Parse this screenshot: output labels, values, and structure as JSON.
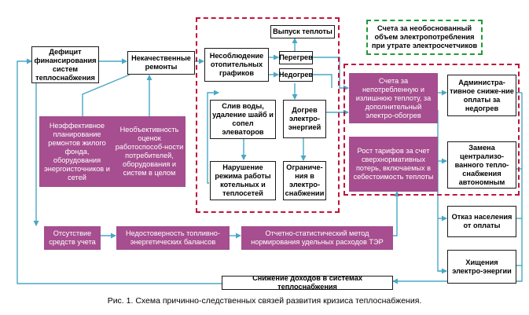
{
  "colors": {
    "arrow": "#49a8c4",
    "purple_box": "#a64e8f",
    "dashed_red": "#c0143c",
    "dashed_green": "#1e9a3a"
  },
  "nodes": {
    "deficit": "Дефицит финансирования систем теплоснабжения",
    "poor_repairs": "Некачественные ремонты",
    "nonobservance": "Несоблюдение отопительных графиков",
    "heat_release": "Выпуск теплоты",
    "overheat": "Перегрев",
    "underheat": "Недогрев",
    "drain": "Слив воды, удаление шайб и сопел элеваторов",
    "electric_heating": "Догрев электро-энергией",
    "violation": "Нарушение режима работы котельных и теплосетей",
    "power_limit": "Ограниче-ния в электро-снабжении",
    "bills_unconsumed": "Счета за непотребленную и излишнюю теплоту, за дополнительный электро-обогрев",
    "tariff_growth": "Рост тарифов за счет сверхнормативных потерь, включаемых в себестоимость теплоты",
    "bills_electric": "Счета за необоснованный объем электропотребления при утрате электросчетчиков",
    "admin_reduction": "Администра-тивное сниже-ние оплаты за недогрев",
    "replacement": "Замена централизо-ванного тепло-снабжения автономным",
    "refusal": "Отказ населения от оплаты",
    "theft": "Хищения электро-энергии",
    "inefficient_planning": "Неэффективное планирование ремонтов жилого фонда, оборудования энергоисточников и сетей",
    "unobjective_eval": "Необъективность оценок работоспособ-ности потребителей, оборудования и систем в целом",
    "no_metering": "Отсутствие средств учета",
    "unreliable_balances": "Недостоверность топливно-энергетических балансов",
    "statistical_method": "Отчетно-статистический метод нормирования удельных расходов ТЭР",
    "income_decline": "Снижение доходов в системах теплоснабжения"
  },
  "caption": "Рис. 1. Схема причинно-следственных связей развития кризиса теплоснабжения."
}
